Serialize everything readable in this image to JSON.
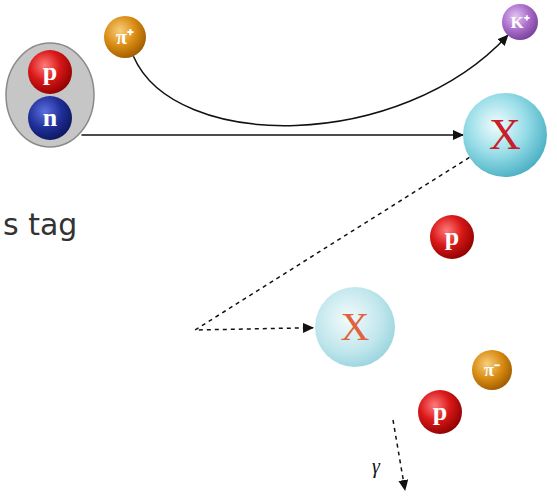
{
  "diagram": {
    "nodes": [
      {
        "text": [
          "π⁺"
        ]
      },
      {
        "text": []
      },
      {
        "text": [
          "p"
        ],
        "in": 1
      },
      {
        "text": [
          "n"
        ],
        "in": 1
      },
      {
        "text": [
          "K⁺"
        ]
      },
      {
        "text": [
          "X"
        ]
      },
      {
        "text": [
          "X"
        ]
      },
      {
        "text": [
          "p"
        ]
      },
      {
        "text": [
          "π⁻"
        ]
      },
      {
        "text": [
          "p"
        ]
      }
    ],
    "edges": [
      {
        "from": 0,
        "to": 4,
        "arrow": "to"
      },
      {
        "from": 1,
        "to": 5,
        "arrow": "to"
      },
      {
        "from": 5,
        "to": 6,
        "arrow": "to"
      }
    ],
    "labels": [
      "s tag",
      "γ"
    ]
  }
}
